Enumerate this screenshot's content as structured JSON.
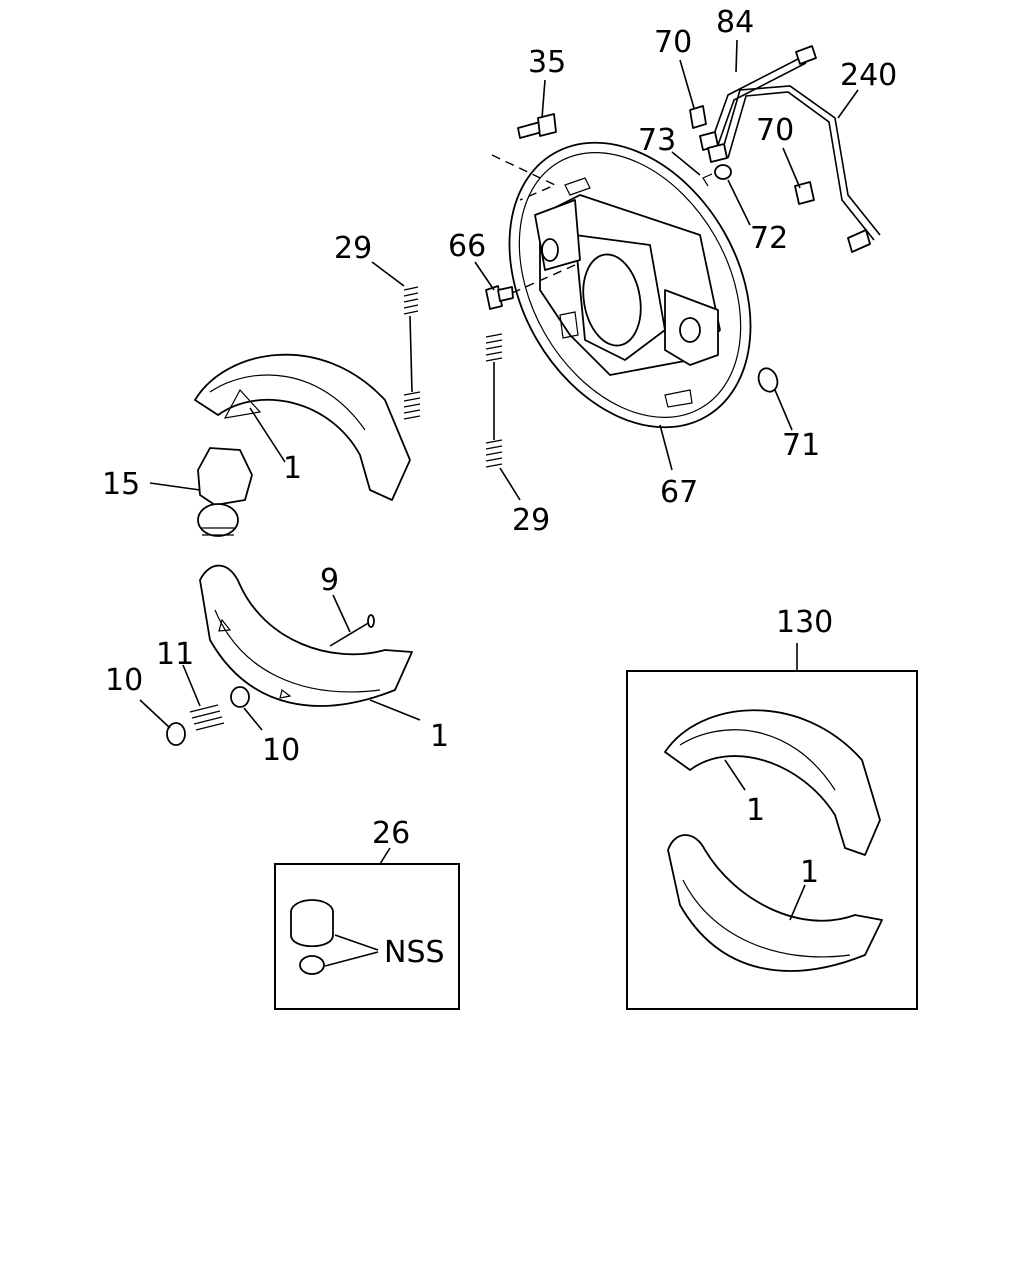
{
  "labels": {
    "p35": "35",
    "p70a": "70",
    "p84": "84",
    "p240": "240",
    "p73": "73",
    "p70b": "70",
    "p72": "72",
    "p29a": "29",
    "p66": "66",
    "p1a": "1",
    "p15": "15",
    "p29b": "29",
    "p71": "71",
    "p67": "67",
    "p9": "9",
    "p130": "130",
    "p11": "11",
    "p10a": "10",
    "p10b": "10",
    "p1b": "1",
    "p1c": "1",
    "p1d": "1",
    "p26": "26",
    "nss": "NSS"
  }
}
